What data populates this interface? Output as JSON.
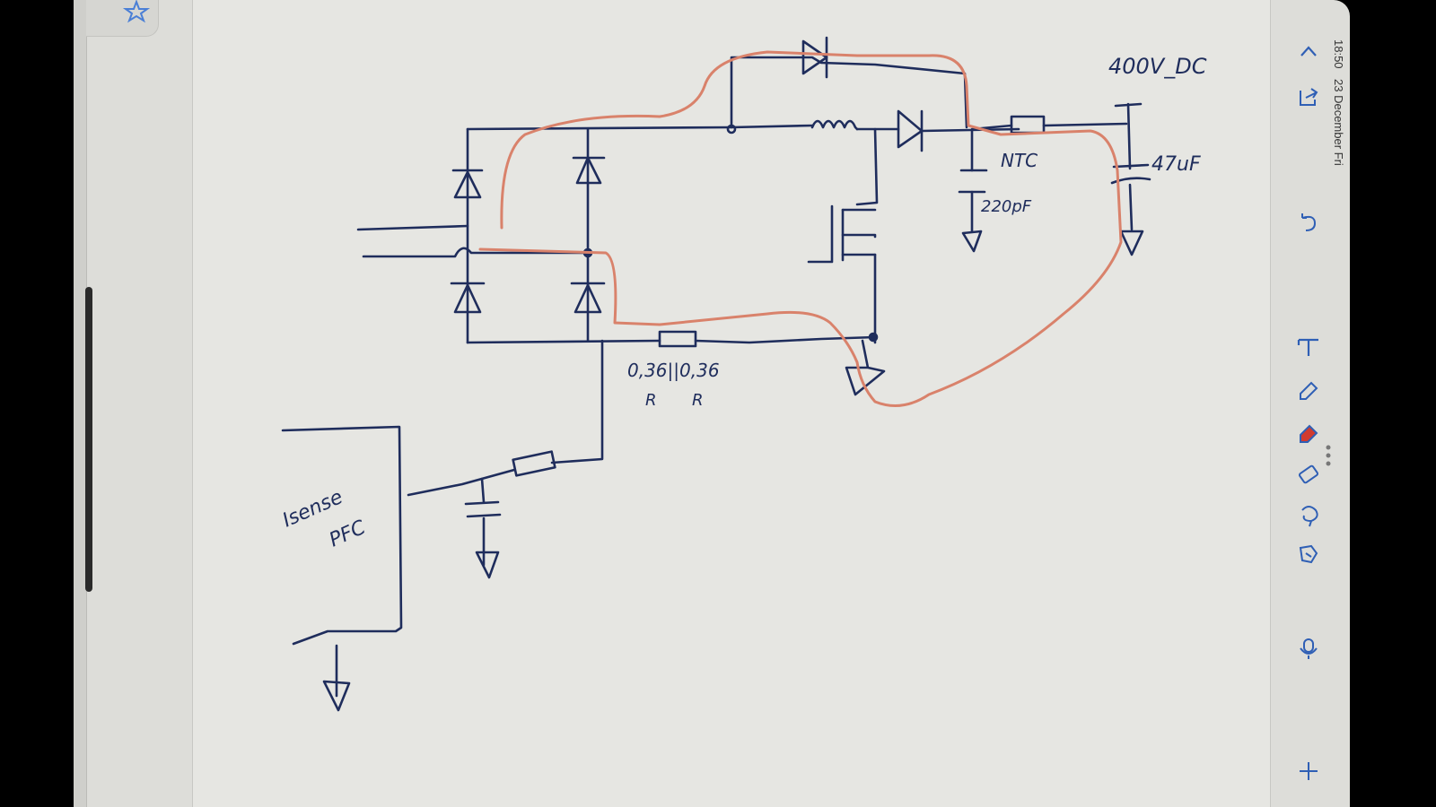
{
  "status": {
    "time": "18:50",
    "date": "23 December Fri"
  },
  "labels": {
    "output": "400V_DC",
    "cap_out": "47uF",
    "ntc": "NTC",
    "cap_small": "220pF",
    "shunt_top": "0,36||0,36",
    "shunt_unit_1": "R",
    "shunt_unit_2": "R",
    "ic_line_1": "Isense",
    "ic_line_2": "PFC"
  },
  "icons": [
    "star-icon",
    "chevron-up-icon",
    "export-icon",
    "undo-icon",
    "text-tool-icon",
    "pencil-icon",
    "marker-icon",
    "eraser-icon",
    "lasso-icon",
    "shape-icon",
    "microphone-icon",
    "more-icon",
    "add-icon"
  ],
  "colors": {
    "ink": "#1f2d5c",
    "highlight": "#d9826b",
    "paper": "#e6e6e2"
  }
}
